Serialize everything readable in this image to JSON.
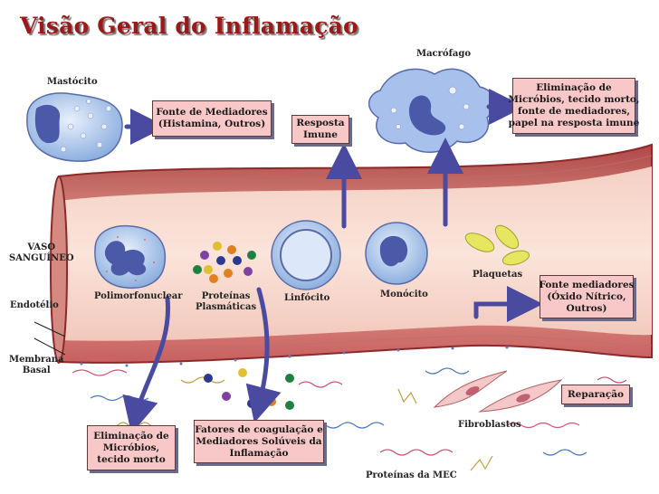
{
  "title": "Visão Geral do Inflamação",
  "labels": {
    "mastocito": "Mastócito",
    "macrofago": "Macrófago",
    "vaso": "VASO\nSANGUÍNEO",
    "endotelio": "Endotélio",
    "membrana": "Membrana\nBasal",
    "polimorfonuclear": "Polimorfonuclear",
    "proteinas_plasmaticas": "Proteínas\nPlasmáticas",
    "linfocito": "Linfócito",
    "monocito": "Monócito",
    "plaquetas": "Plaquetas",
    "fibroblastos": "Fibroblastos",
    "proteinas_mec": "Proteínas da MEC"
  },
  "boxes": {
    "fonte_mediadores": "Fonte de Mediadores\n(Histamina, Outros)",
    "resposta_imune": "Resposta\nImune",
    "eliminacao_macrofago": "Eliminação de\nMicróbios, tecido morto,\nfonte de mediadores,\npapel na resposta imune",
    "fonte_mediadores_oxido": "Fonte mediadores\n(Óxido Nítrico,\nOutros)",
    "reparacao": "Reparação",
    "eliminacao_microbios": "Eliminação de\nMicróbios,\ntecido morto",
    "fatores_coagulacao": "Fatores de coagulação e\nMediadores Solúveis da\nInflamação"
  },
  "colors": {
    "title": "#9a1a1a",
    "box_fill": "#f8c8c8",
    "arrow": "#5a5aa8",
    "vessel": "#e8b4a8",
    "cell": "#a8c4ec",
    "nucleus": "#5468b0",
    "platelet": "#e0e05a"
  }
}
